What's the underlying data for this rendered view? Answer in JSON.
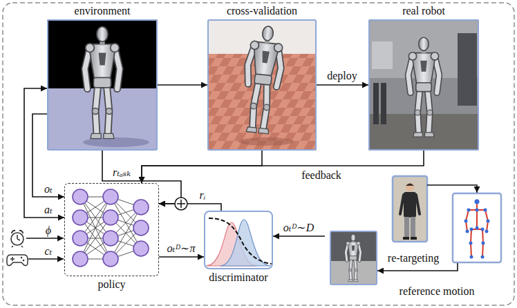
{
  "diagram": {
    "nodes": [
      {
        "text": [
          "environment"
        ]
      },
      {
        "text": [
          "cross-validation"
        ]
      },
      {
        "text": [
          "real robot"
        ]
      },
      {
        "text": [
          "policy"
        ]
      },
      {
        "text": [
          "discriminator"
        ]
      },
      {
        "text": [
          "reference motion"
        ]
      }
    ],
    "edges": [
      {
        "from": 0,
        "to": 1,
        "arrow": "to"
      },
      {
        "from": 1,
        "to": 2,
        "label": "deploy",
        "arrow": "to"
      },
      {
        "from": 1,
        "to": 3,
        "arrow": "to"
      },
      {
        "from": 2,
        "to": 3,
        "label": "feedback",
        "arrow": "to"
      },
      {
        "from": 0,
        "to": 3,
        "label": "rₜₐₛₖ",
        "arrow": "to"
      },
      {
        "from": 4,
        "to": 3,
        "label": "rᵢ",
        "arrow": "to"
      },
      {
        "from": 0,
        "to": 3,
        "label": "oₜ",
        "arrow": "to"
      },
      {
        "from": 0,
        "to": 3,
        "label": "aₜ",
        "arrow": "both"
      },
      {
        "from": 3,
        "to": 4,
        "label": "oₜᴰ∼π",
        "arrow": "to"
      },
      {
        "from": 5,
        "to": 4,
        "label": "oₜᴰ∼D",
        "arrow": "to"
      }
    ],
    "labels": [
      "ϕ",
      "cₜ",
      "re-targeting"
    ]
  }
}
